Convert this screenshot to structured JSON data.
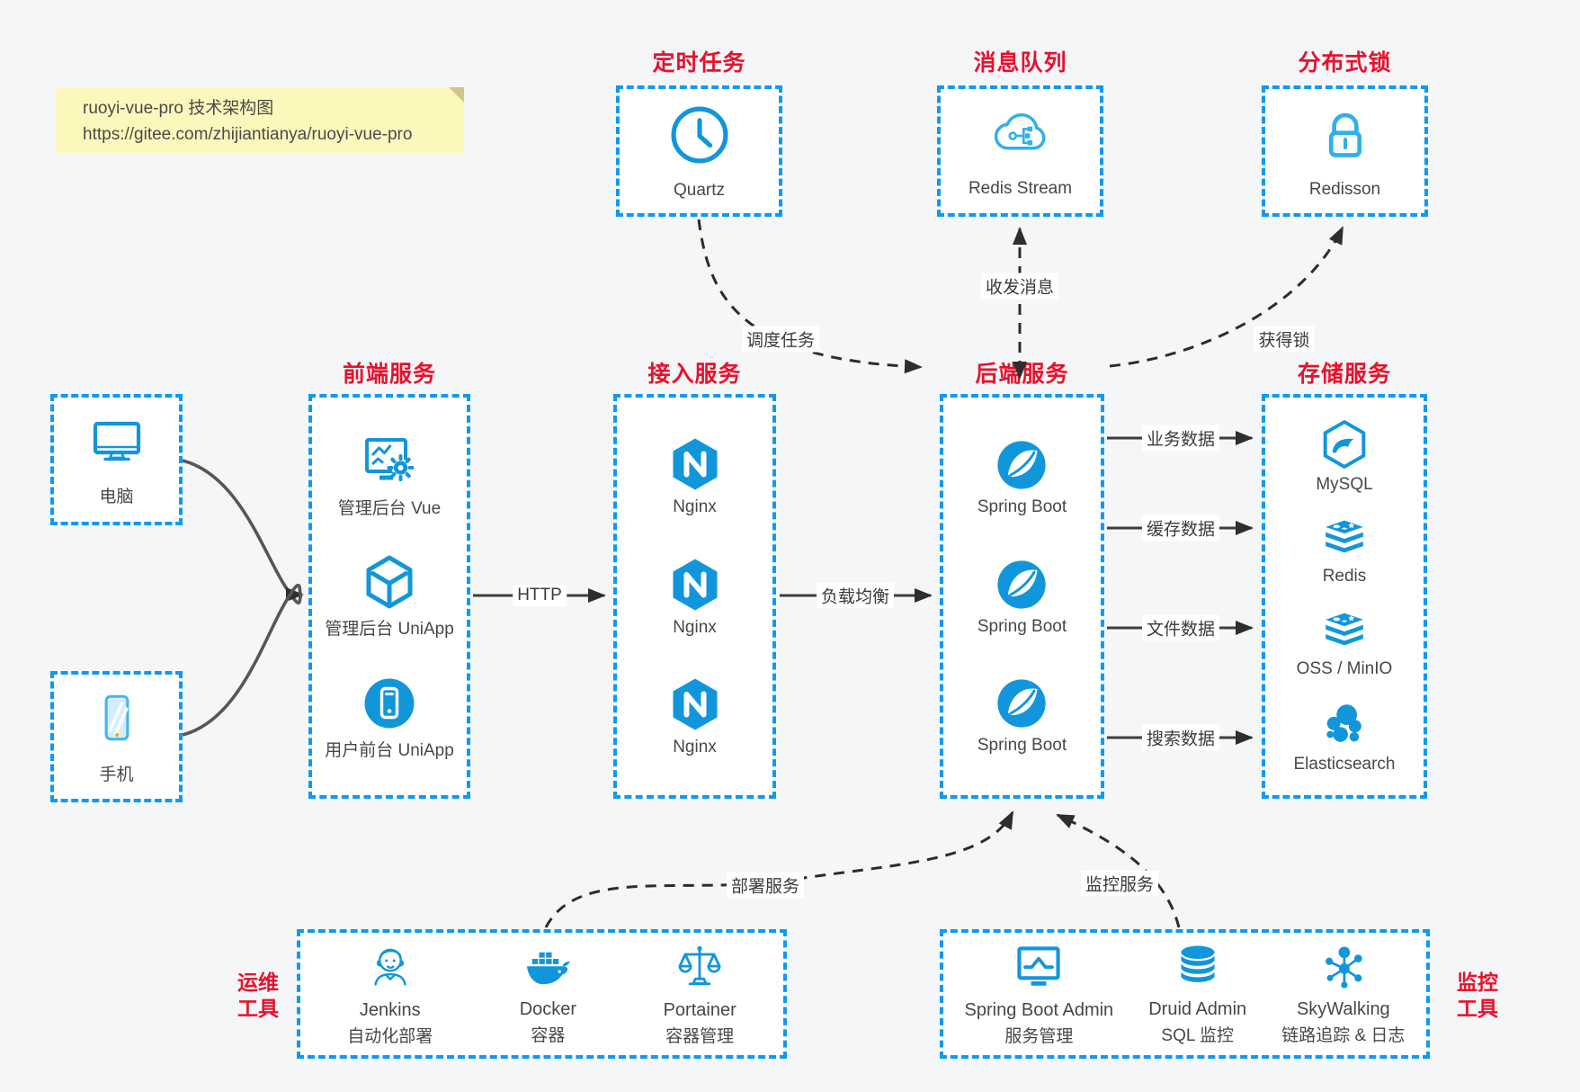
{
  "note": {
    "line1": "ruoyi-vue-pro 技术架构图",
    "line2": "https://gitee.com/zhijiantianya/ruoyi-vue-pro"
  },
  "top_groups": [
    {
      "title": "定时任务",
      "item": {
        "label": "Quartz"
      }
    },
    {
      "title": "消息队列",
      "item": {
        "label": "Redis Stream"
      }
    },
    {
      "title": "分布式锁",
      "item": {
        "label": "Redisson"
      }
    }
  ],
  "clients": [
    {
      "label": "电脑"
    },
    {
      "label": "手机"
    }
  ],
  "columns": [
    {
      "title": "前端服务",
      "items": [
        {
          "label": "管理后台 Vue"
        },
        {
          "label": "管理后台 UniApp"
        },
        {
          "label": "用户前台 UniApp"
        }
      ]
    },
    {
      "title": "接入服务",
      "items": [
        {
          "label": "Nginx"
        },
        {
          "label": "Nginx"
        },
        {
          "label": "Nginx"
        }
      ]
    },
    {
      "title": "后端服务",
      "items": [
        {
          "label": "Spring Boot"
        },
        {
          "label": "Spring Boot"
        },
        {
          "label": "Spring Boot"
        }
      ]
    },
    {
      "title": "存储服务",
      "items": [
        {
          "label": "MySQL"
        },
        {
          "label": "Redis"
        },
        {
          "label": "OSS / MinIO"
        },
        {
          "label": "Elasticsearch"
        }
      ]
    }
  ],
  "edge_labels": {
    "http": "HTTP",
    "load_balance": "负载均衡",
    "schedule": "调度任务",
    "message": "收发消息",
    "lock": "获得锁",
    "business_data": "业务数据",
    "cache_data": "缓存数据",
    "file_data": "文件数据",
    "search_data": "搜索数据",
    "deploy": "部署服务",
    "monitor": "监控服务"
  },
  "bottom_groups": [
    {
      "side_label_line1": "运维",
      "side_label_line2": "工具",
      "items": [
        {
          "name": "Jenkins",
          "desc": "自动化部署"
        },
        {
          "name": "Docker",
          "desc": "容器"
        },
        {
          "name": "Portainer",
          "desc": "容器管理"
        }
      ]
    },
    {
      "side_label_line1": "监控",
      "side_label_line2": "工具",
      "items": [
        {
          "name": "Spring Boot Admin",
          "desc": "服务管理"
        },
        {
          "name": "Druid Admin",
          "desc": "SQL 监控"
        },
        {
          "name": "SkyWalking",
          "desc": "链路追踪 & 日志"
        }
      ]
    }
  ],
  "colors": {
    "accent": "#1296db",
    "accent-light": "#2fb0ec",
    "border": "#0d9af2",
    "title_red": "#e8112d"
  }
}
